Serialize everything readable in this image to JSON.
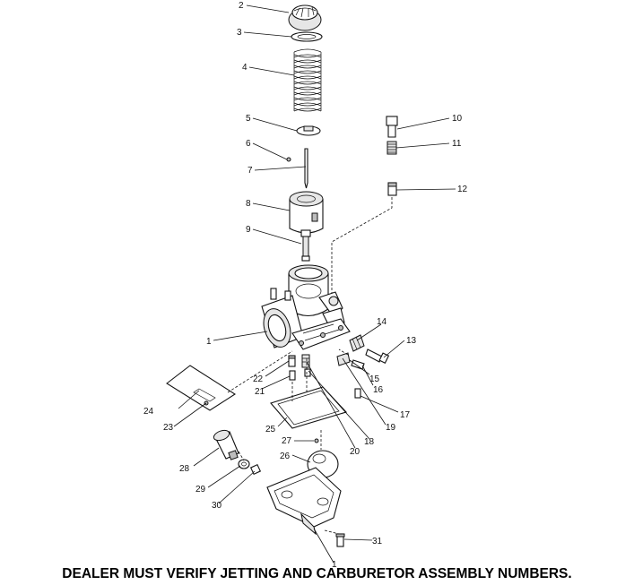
{
  "callouts": {
    "c1": "1",
    "c1b": "1",
    "c2": "2",
    "c3": "3",
    "c4": "4",
    "c5": "5",
    "c6": "6",
    "c7": "7",
    "c8": "8",
    "c9": "9",
    "c10": "10",
    "c11": "11",
    "c12": "12",
    "c13": "13",
    "c14": "14",
    "c15": "15",
    "c16": "16",
    "c17": "17",
    "c18": "18",
    "c19": "19",
    "c20": "20",
    "c21": "21",
    "c22": "22",
    "c23": "23",
    "c24": "24",
    "c25": "25",
    "c26": "26",
    "c27": "27",
    "c28": "28",
    "c29": "29",
    "c30": "30",
    "c31": "31"
  },
  "footer": {
    "note": "DEALER MUST VERIFY JETTING AND CARBURETOR ASSEMBLY NUMBERS."
  }
}
